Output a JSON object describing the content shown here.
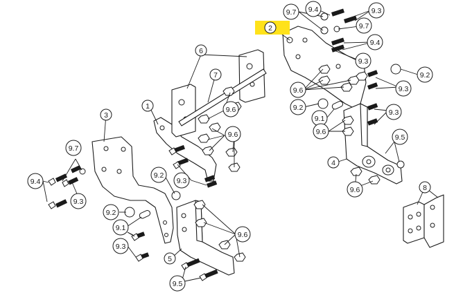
{
  "diagram": {
    "highlight_color": "#ffe21a",
    "line_color": "#1a1a1a",
    "callouts": {
      "c_2": "2",
      "c_1": "1",
      "c_3": "3",
      "c_4": "4",
      "c_5": "5",
      "c_6": "6",
      "c_7": "7",
      "c_8": "8",
      "c_9_1a": "9.1",
      "c_9_1b": "9.1",
      "c_9_2a": "9.2",
      "c_9_2b": "9.2",
      "c_9_2c": "9.2",
      "c_9_2d": "9.2",
      "c_9_3a": "9.3",
      "c_9_3b": "9.3",
      "c_9_3c": "9.3",
      "c_9_3d": "9.3",
      "c_9_3e": "9.3",
      "c_9_3f": "9.3",
      "c_9_3g": "9.3",
      "c_9_4a": "9.4",
      "c_9_4b": "9.4",
      "c_9_4c": "9.4",
      "c_9_5a": "9.5",
      "c_9_5b": "9.5",
      "c_9_6a": "9.6",
      "c_9_6b": "9.6",
      "c_9_6c": "9.6",
      "c_9_6d": "9.6",
      "c_9_6e": "9.6",
      "c_9_6f": "9.6",
      "c_9_7a": "9.7",
      "c_9_7b": "9.7",
      "c_9_7c": "9.7"
    }
  }
}
